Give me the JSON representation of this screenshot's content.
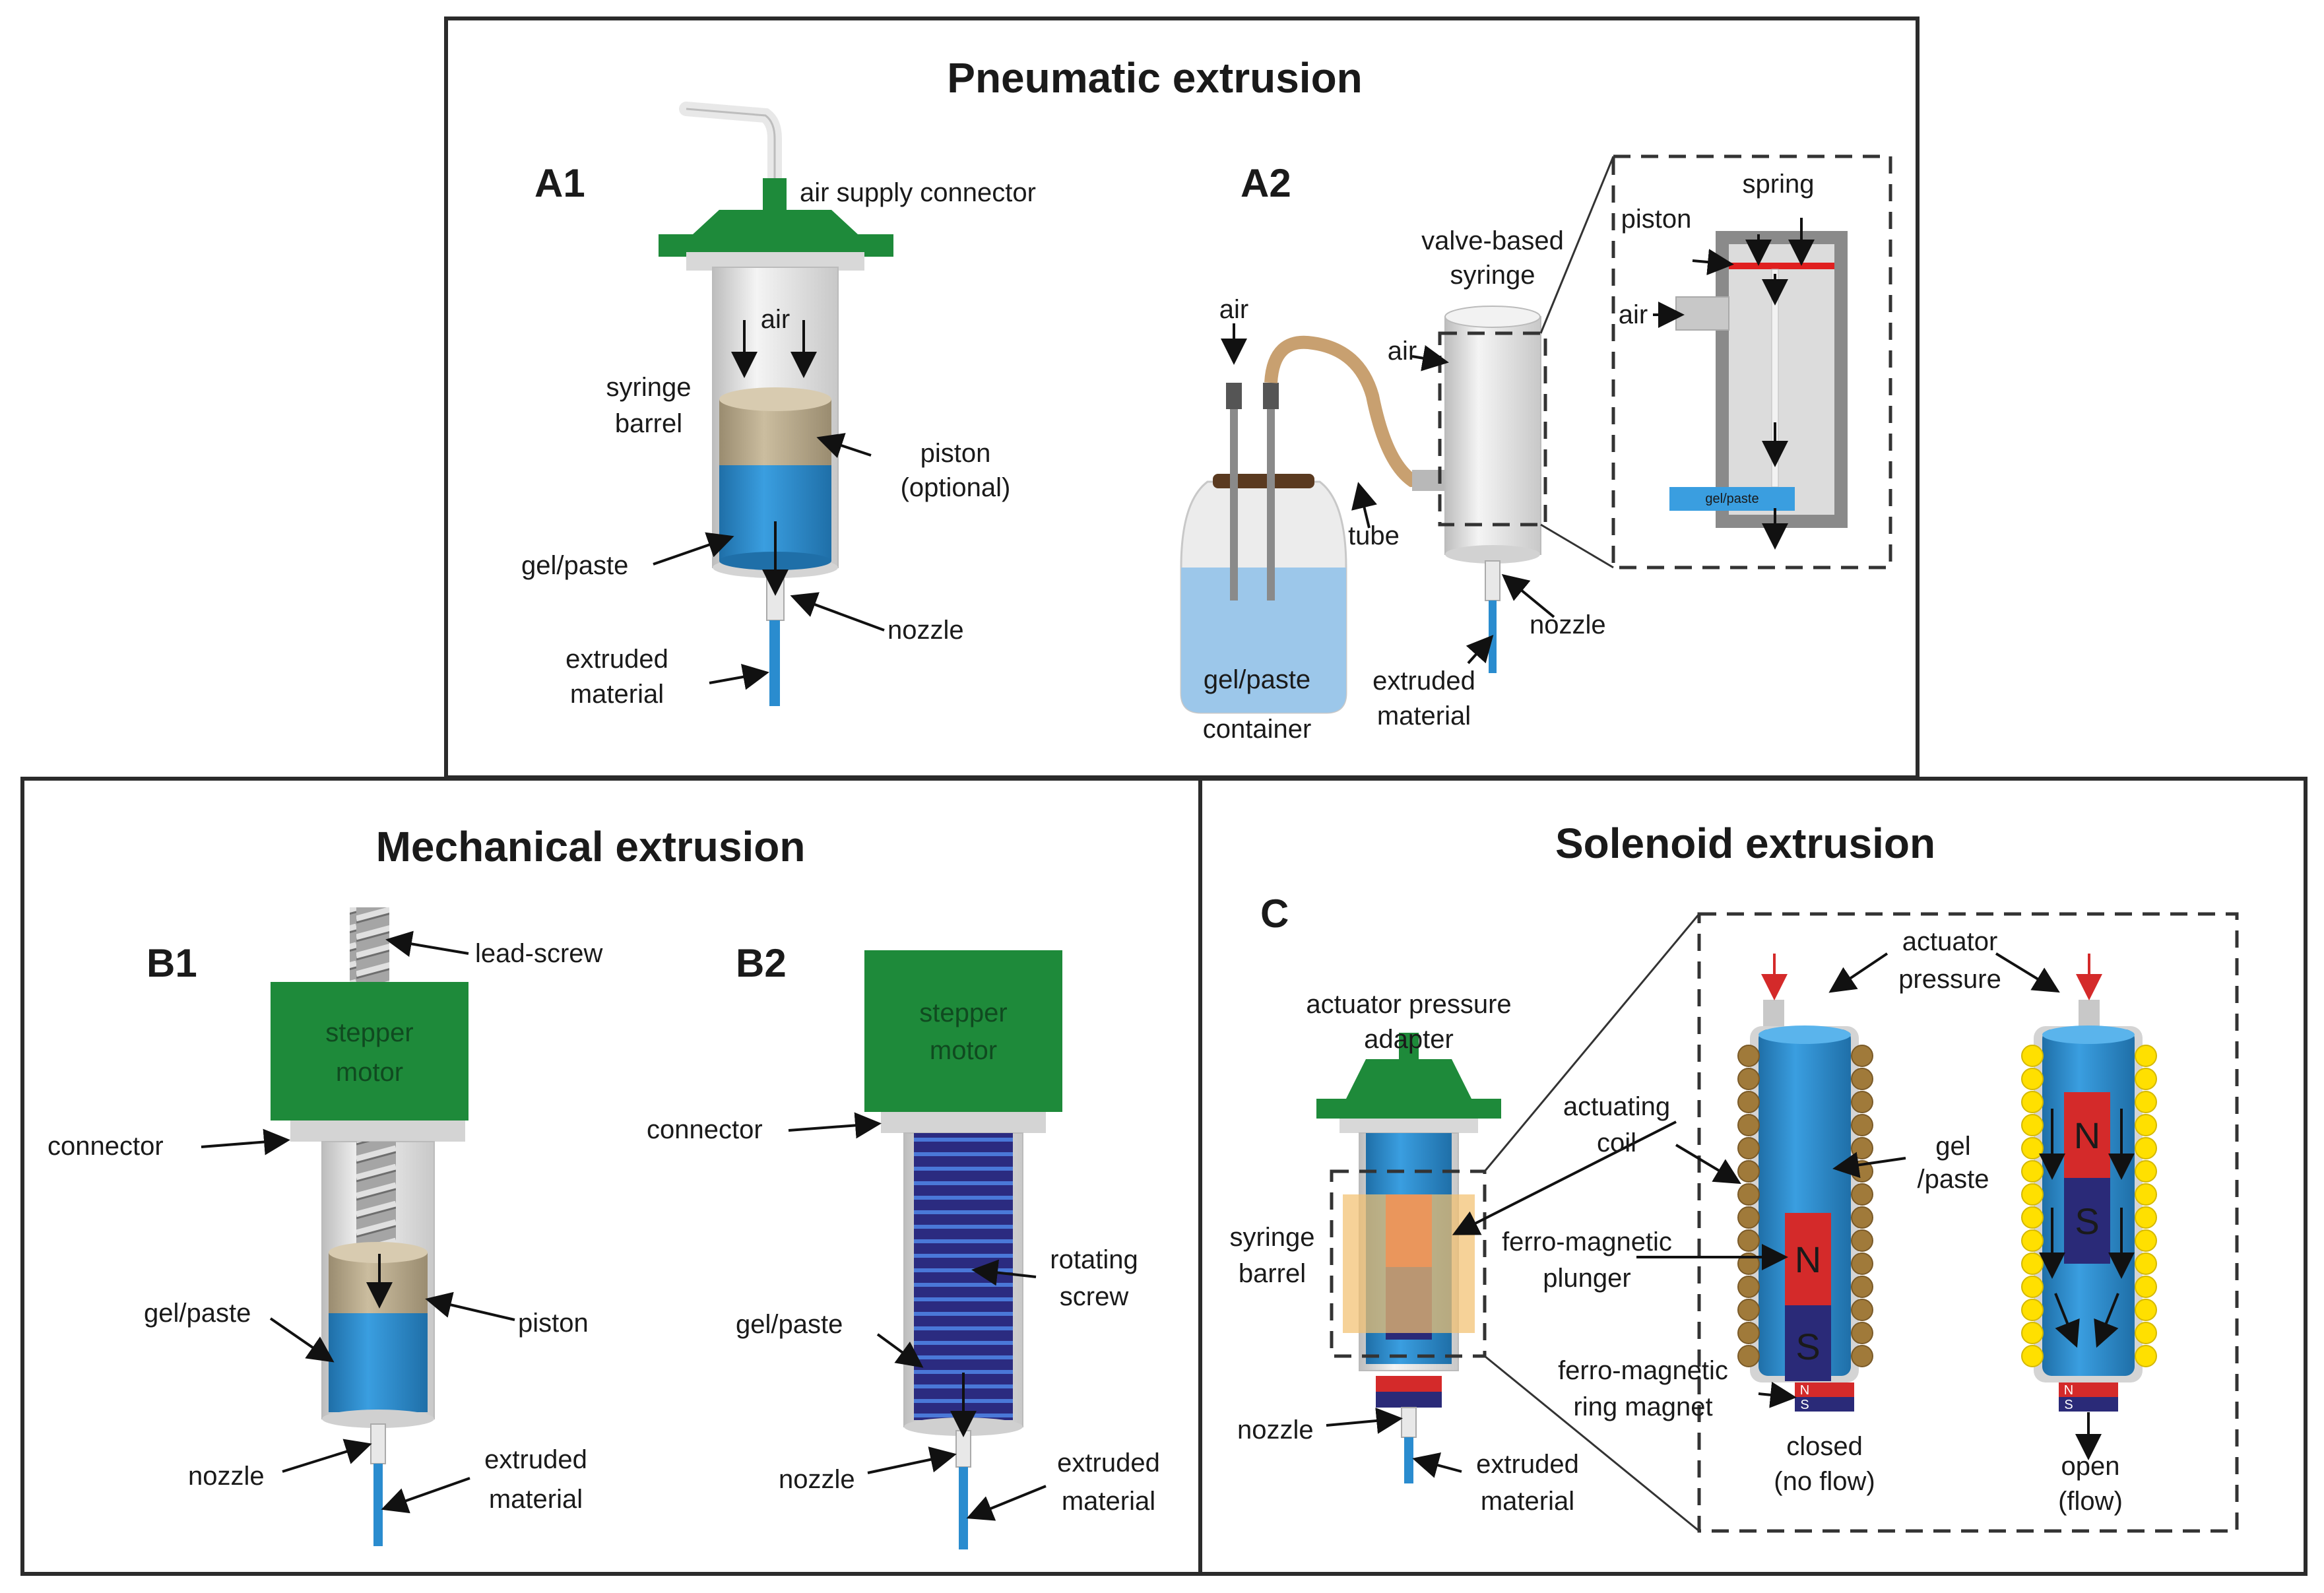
{
  "panels": {
    "pneumatic": {
      "title": "Pneumatic extrusion",
      "a1": {
        "label": "A1",
        "air_supply_connector": "air supply connector",
        "air": "air",
        "syringe_line1": "syringe",
        "syringe_line2": "barrel",
        "piston_line1": "piston",
        "piston_line2": "(optional)",
        "gel_paste": "gel/paste",
        "nozzle": "nozzle",
        "extruded_line1": "extruded",
        "extruded_line2": "material"
      },
      "a2": {
        "label": "A2",
        "air_left": "air",
        "air_mid": "air",
        "air_inset": "air",
        "valve_line1": "valve-based",
        "valve_line2": "syringe",
        "piston": "piston",
        "spring": "spring",
        "gel_paste_small": "gel/paste",
        "tube": "tube",
        "gel_paste": "gel/paste",
        "container": "container",
        "nozzle": "nozzle",
        "extruded_line1": "extruded",
        "extruded_line2": "material"
      }
    },
    "mechanical": {
      "title": "Mechanical extrusion",
      "b1": {
        "label": "B1",
        "lead_screw": "lead-screw",
        "motor_line1": "stepper",
        "motor_line2": "motor",
        "connector": "connector",
        "gel_paste": "gel/paste",
        "piston": "piston",
        "nozzle": "nozzle",
        "extruded_line1": "extruded",
        "extruded_line2": "material"
      },
      "b2": {
        "label": "B2",
        "motor_line1": "stepper",
        "motor_line2": "motor",
        "connector": "connector",
        "rotating_line1": "rotating",
        "rotating_line2": "screw",
        "gel_paste": "gel/paste",
        "nozzle": "nozzle",
        "extruded_line1": "extruded",
        "extruded_line2": "material"
      }
    },
    "solenoid": {
      "title": "Solenoid extrusion",
      "c": {
        "label": "C",
        "adapter_line1": "actuator pressure",
        "adapter_line2": "adapter",
        "syringe_line1": "syringe",
        "syringe_line2": "barrel",
        "nozzle": "nozzle",
        "extruded_line1": "extruded",
        "extruded_line2": "material",
        "actuator_line1": "actuator",
        "actuator_line2": "pressure",
        "coil_line1": "actuating",
        "coil_line2": "coil",
        "gel_line1": "gel",
        "gel_line2": "/paste",
        "plunger_line1": "ferro-magnetic",
        "plunger_line2": "plunger",
        "ring_line1": "ferro-magnetic",
        "ring_line2": "ring magnet",
        "closed_line1": "closed",
        "closed_line2": "(no flow)",
        "open_line1": "open",
        "open_line2": "(flow)",
        "pole_n": "N",
        "pole_s": "S"
      }
    }
  },
  "colors": {
    "green": "#1e8a3a",
    "blue": "#2a8ccf",
    "piston_tan": "#b8a88a",
    "navy": "#2a2a78",
    "red": "#d42a2a",
    "coil_brown": "#a07a3a",
    "coil_yellow": "#ffe000",
    "tube_tan": "#c8a070",
    "barrel_grey": "#e6e6e6"
  }
}
